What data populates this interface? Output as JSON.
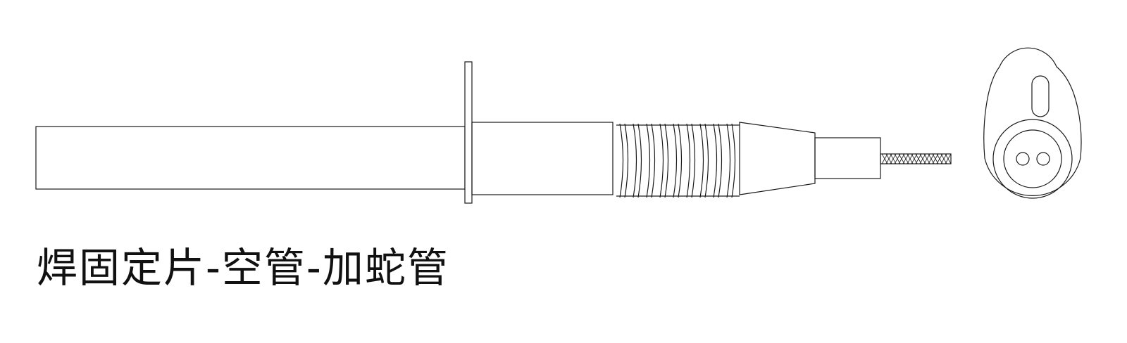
{
  "caption": "焊固定片-空管-加蛇管",
  "colors": {
    "line": "#1a1a1a",
    "background": "#ffffff"
  },
  "parts": [
    "sensor-tube",
    "welded-fixing-plate",
    "empty-tube",
    "corrugated-hose",
    "tapered-sleeve",
    "cable-sleeve",
    "braided-cable",
    "end-view-fixing-plate"
  ]
}
